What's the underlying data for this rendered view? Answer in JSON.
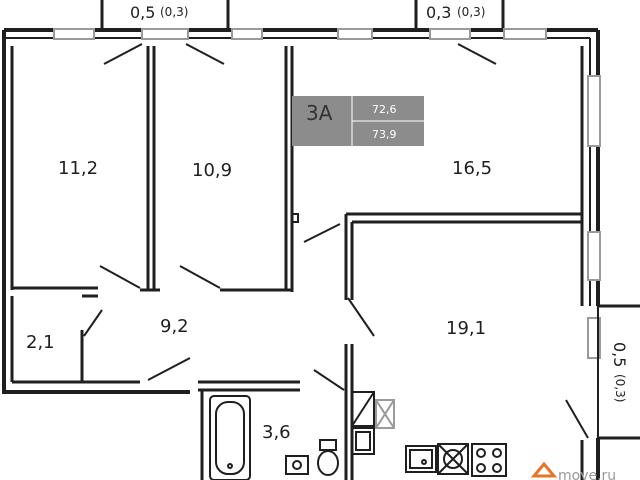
{
  "balconies": {
    "top_left": {
      "area": "0,5",
      "reduced": "(0,3)"
    },
    "top_right": {
      "area": "0,3",
      "reduced": "(0,3)"
    },
    "right": {
      "area": "0,5",
      "reduced": "(0,3)"
    }
  },
  "apartment": {
    "type": "3А",
    "living_area": "72,6",
    "total_area": "73,9",
    "badge_color": "#8c8c8c"
  },
  "rooms": {
    "room_left": "11,2",
    "room_middle": "10,9",
    "room_kitchen_living": "16,5",
    "room_large": "19,1",
    "wc_small": "2,1",
    "hallway": "9,2",
    "bathroom": "3,6"
  },
  "watermark": {
    "text": "move.ru",
    "logo_color": "#e8742c"
  },
  "colors": {
    "wall": "#1f1f1f",
    "window": "#9a9a9a"
  }
}
